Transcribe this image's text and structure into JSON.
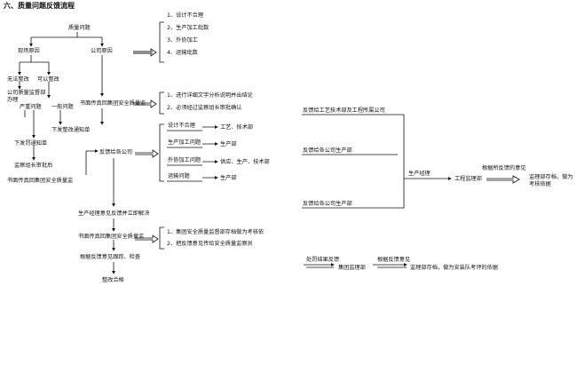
{
  "title": "六、质量问题反馈流程",
  "left_flow": {
    "quality_issue": "质量问题",
    "site_cause": "现场原因",
    "company_cause": "公司原因",
    "no_rectify": "无法整改",
    "can_rectify": "可以整改",
    "company_penalty": "公司质量监督部办理",
    "serious_issue": "严重问题",
    "general_issue": "一般问题",
    "issue_penalty": "下发罚通知单",
    "issue_rectify": "下发整改通知单",
    "manager_review": "监察组长审批后",
    "written_report": "书面传真回集团安全质量监",
    "written_report_group": "书面传真回集团安全质量监",
    "feedback_company": "反馈给各公司",
    "production_manager": "生产经理意见反馈并立即解决",
    "written_report2": "书面传真回集团安全质量监",
    "follow_up": "根据反馈意见跟踪、检查",
    "qualified": "整改合格"
  },
  "causes_list": [
    "1、设计不合理",
    "2、生产加工纰数",
    "3、外协加工",
    "4、运输纰数"
  ],
  "analysis_list": [
    "1、进行详细文字分析说明并出结论",
    "2、必须经过监察组长审批确认"
  ],
  "feedback_targets": [
    {
      "issue": "设计不合理",
      "dept": "工艺、技术部"
    },
    {
      "issue": "生产加工问题",
      "dept": "生产部"
    },
    {
      "issue": "外协加工问题",
      "dept": "供应、生产、技术部"
    },
    {
      "issue": "运输问题",
      "dept": "生产部"
    }
  ],
  "archive_list": [
    "1、集团安全质量监督部存档做为考核依",
    "2、把反馈意见传给安全质量监察员"
  ],
  "right_flow": {
    "tech_dept": "反馈给工艺技术部及工程所属公司",
    "production_dept": "反馈给各公司生产部",
    "company_production": "反馈给各公司生产部",
    "production_manager": "生产经理",
    "engineering_supervisor": "工程监理部",
    "per_feedback": "根据所反馈的意见",
    "supervisor_archive": "监理部存档，做为考核依据"
  },
  "bottom_flow": {
    "handle_feedback": "处罚结果反馈",
    "group_supervisor": "集团监理部",
    "per_feedback": "根据反馈意见",
    "archive_basis": "监理部存档，做为安装队考评的依据"
  }
}
